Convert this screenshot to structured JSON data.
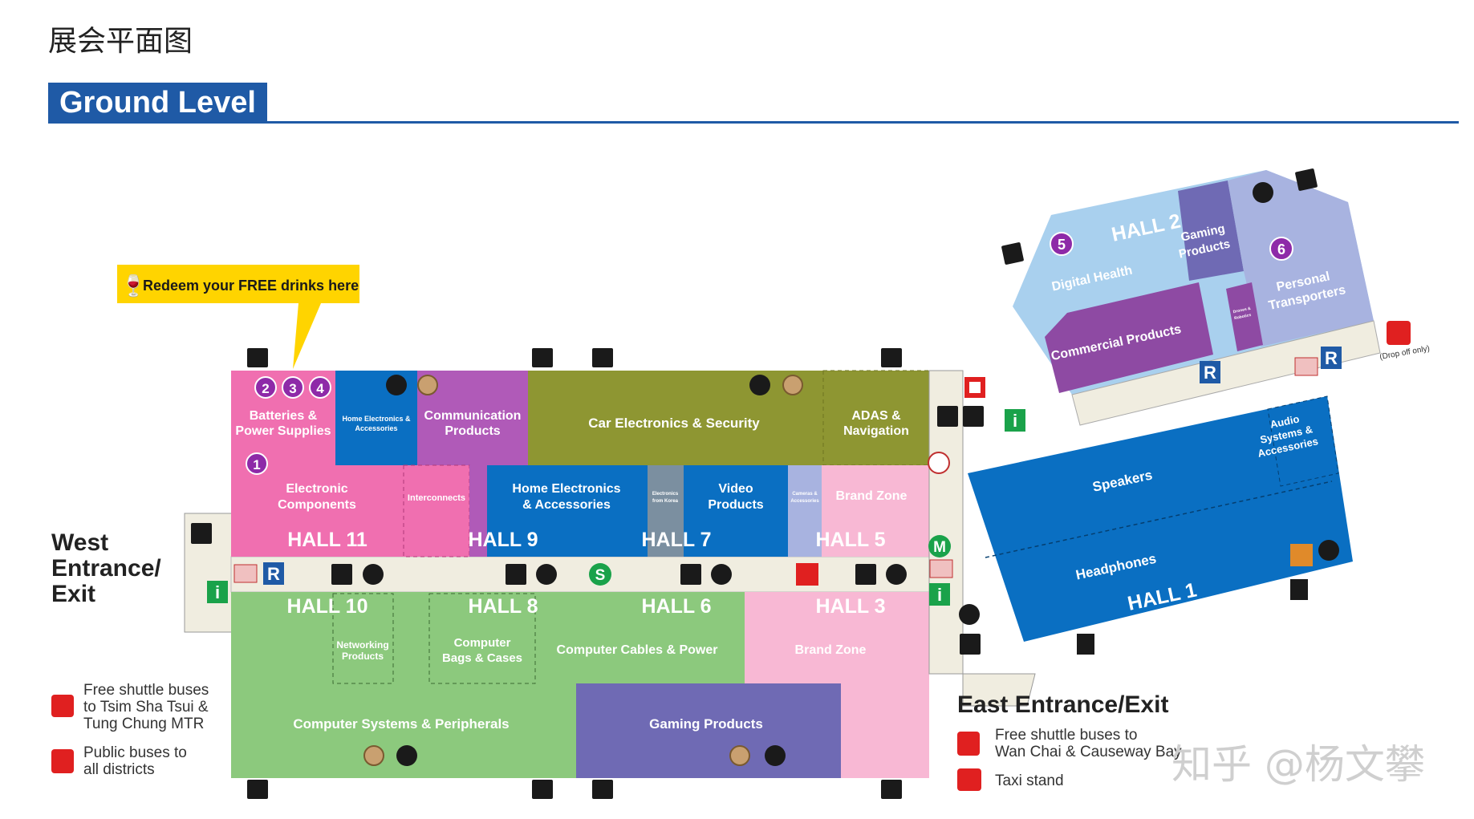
{
  "page_title": "展会平面图",
  "level_title": "Ground Level",
  "callout": "Redeem your FREE drinks here",
  "zones": {
    "batteries": "Batteries &",
    "batteries2": "Power Supplies",
    "home_elec_small1": "Home Electronics &",
    "home_elec_small2": "Accessories",
    "communication1": "Communication",
    "communication2": "Products",
    "car_electronics": "Car Electronics & Security",
    "adas1": "ADAS &",
    "adas2": "Navigation",
    "electronic1": "Electronic",
    "electronic2": "Components",
    "interconnects": "Interconnects",
    "home_elec1": "Home Electronics",
    "home_elec2": "& Accessories",
    "elec_korea1": "Electronics",
    "elec_korea2": "from Korea",
    "video1": "Video",
    "video2": "Products",
    "cameras1": "Cameras &",
    "cameras2": "Accessories",
    "brand_zone": "Brand Zone",
    "networking1": "Networking",
    "networking2": "Products",
    "bags1": "Computer",
    "bags2": "Bags & Cases",
    "cables": "Computer Cables & Power",
    "brand_zone_3": "Brand Zone",
    "comp_systems": "Computer Systems & Peripherals",
    "gaming": "Gaming Products",
    "digital_health": "Digital Health",
    "gaming2_1": "Gaming",
    "gaming2_2": "Products",
    "personal1": "Personal",
    "personal2": "Transporters",
    "commercial": "Commercial Products",
    "drones1": "Drones &",
    "drones2": "Robotics",
    "audio1": "Audio",
    "audio2": "Systems &",
    "audio3": "Accessories",
    "speakers": "Speakers",
    "headphones": "Headphones"
  },
  "halls": {
    "h11": "HALL 11",
    "h9": "HALL 9",
    "h7": "HALL 7",
    "h5": "HALL 5",
    "h10": "HALL 10",
    "h8": "HALL 8",
    "h6": "HALL 6",
    "h3": "HALL 3",
    "h2": "HALL 2",
    "h1": "HALL 1"
  },
  "markers": [
    "1",
    "2",
    "3",
    "4",
    "5",
    "6"
  ],
  "marker_s": "S",
  "marker_m": "M",
  "marker_r": "R",
  "marker_i": "i",
  "drop_off": "(Drop off only)",
  "west": {
    "line1": "West",
    "line2": "Entrance/",
    "line3": "Exit"
  },
  "east": "East Entrance/Exit",
  "legend_west": {
    "shuttle1": "Free shuttle buses",
    "shuttle2": "to Tsim Sha Tsui &",
    "shuttle3": "Tung Chung MTR",
    "public1": "Public buses to",
    "public2": "all districts"
  },
  "legend_east": {
    "shuttle1": "Free shuttle buses to",
    "shuttle2": "Wan Chai & Causeway Bay",
    "taxi": "Taxi stand"
  },
  "watermark": "知乎 @杨文攀",
  "colors": {
    "blue_title": "#1f5aa6",
    "pink": "#f06fb0",
    "magenta": "#b05ab8",
    "olive": "#8e9632",
    "blue": "#0a6fc2",
    "grey_blue": "#7b8fa0",
    "lavender": "#a8b3e0",
    "light_pink": "#f8b8d4",
    "green": "#8cc97d",
    "purple": "#6f6ab4",
    "sky": "#a9d0ee",
    "corridor": "#f0ede0",
    "yellow": "#ffd400"
  }
}
